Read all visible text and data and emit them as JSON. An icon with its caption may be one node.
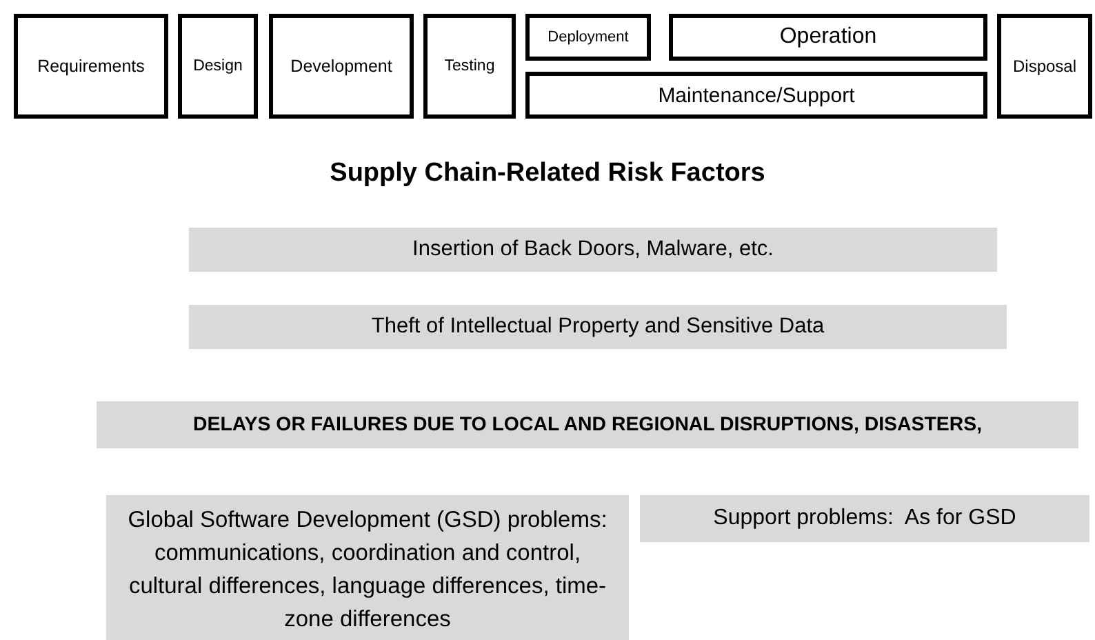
{
  "diagram": {
    "title": "Supply Chain-Related Risk Factors",
    "nodes": [
      {
        "text": [
          "Requirements"
        ]
      },
      {
        "text": [
          "Design"
        ]
      },
      {
        "text": [
          "Development"
        ]
      },
      {
        "text": [
          "Testing"
        ]
      },
      {
        "text": [
          "Deployment"
        ]
      },
      {
        "text": [
          "Operation"
        ]
      },
      {
        "text": [
          "Maintenance/Support"
        ]
      },
      {
        "text": [
          "Disposal"
        ]
      },
      {
        "text": [
          "Insertion of Back Doors, Malware, etc."
        ]
      },
      {
        "text": [
          "Theft of Intellectual Property and Sensitive Data"
        ]
      },
      {
        "text": [
          "DELAYS OR FAILURES DUE TO LOCAL AND REGIONAL DISRUPTIONS, DISASTERS,"
        ]
      },
      {
        "text": [
          "Global Software Development (GSD) problems:  communications, coordination and control, cultural differences, language differences, time-zone differences"
        ]
      },
      {
        "text": [
          "Support problems:  As for GSD"
        ]
      }
    ]
  }
}
